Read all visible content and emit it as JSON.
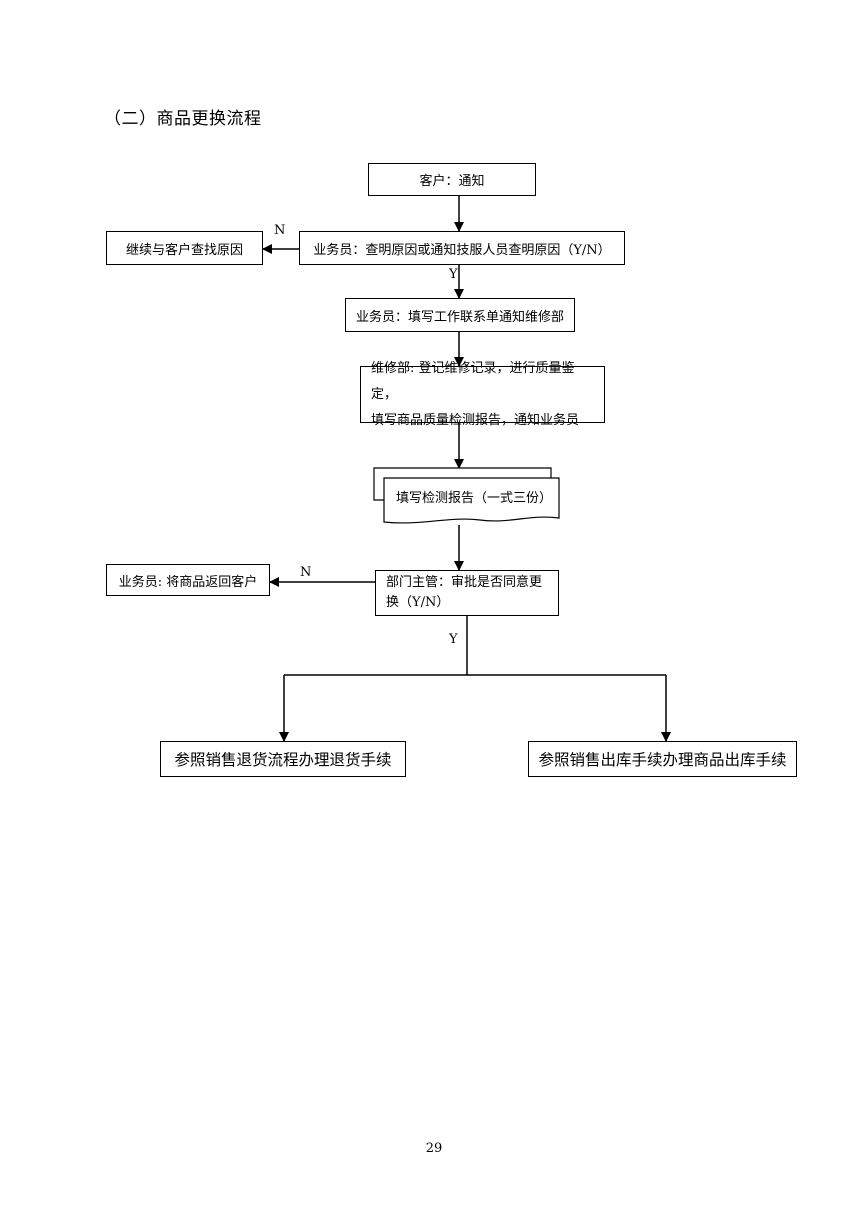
{
  "heading": "（二）商品更换流程",
  "nodes": {
    "notify": "客户：通知",
    "check": "业务员：查明原因或通知技服人员查明原因（Y/N）",
    "continue": "继续与客户查找原因",
    "form": "业务员：填写工作联系单通知维修部",
    "repair_line1": "维修部: 登记维修记录，进行质量鉴定，",
    "repair_line2": "填写商品质量检测报告，通知业务员",
    "report": "填写检测报告（一式三份）",
    "approve_line1": "部门主管：审批是否同意更",
    "approve_line2": "换（Y/N）",
    "return": "业务员: 将商品返回客户",
    "refund": "参照销售退货流程办理退货手续",
    "outbound": "参照销售出库手续办理商品出库手续"
  },
  "labels": {
    "n1": "N",
    "y1": "Y",
    "n2": "N",
    "y2": "Y"
  },
  "page_number": "29"
}
